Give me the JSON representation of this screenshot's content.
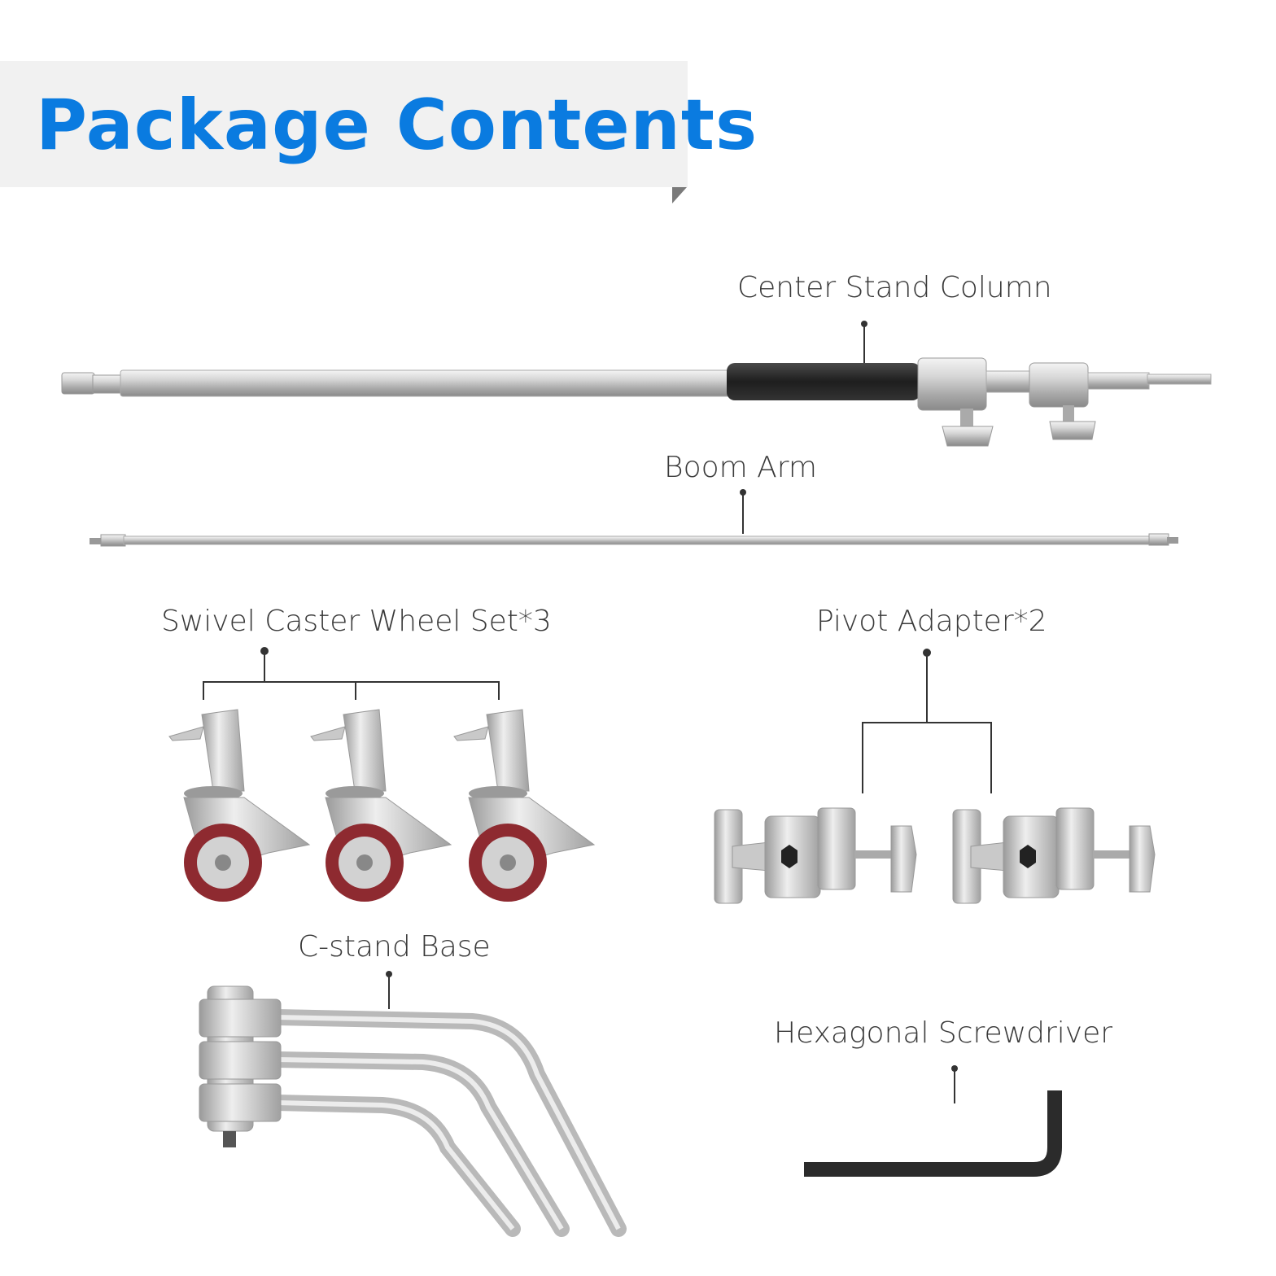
{
  "header": {
    "title": "Package Contents"
  },
  "items": {
    "center_stand_column": "Center Stand Column",
    "boom_arm": "Boom Arm",
    "swivel_caster_wheel_set": "Swivel Caster Wheel Set*3",
    "pivot_adapter": "Pivot Adapter*2",
    "c_stand_base": "C-stand Base",
    "hexagonal_screwdriver": "Hexagonal Screwdriver"
  },
  "colors": {
    "title": "#0a7be0",
    "banner": "#f1f1f1",
    "metal": "#c8c8c8",
    "grip": "#2a2a2a",
    "wheel": "#8e2a30"
  }
}
